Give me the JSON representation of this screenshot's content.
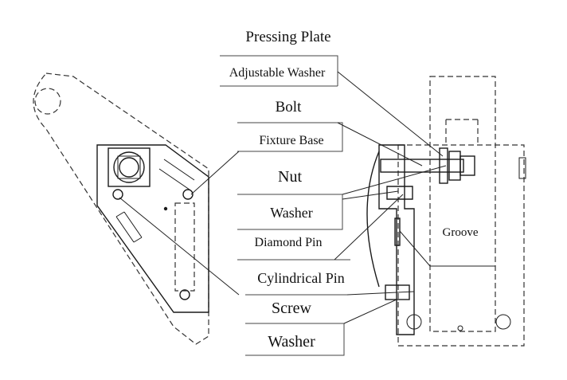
{
  "labels": {
    "pressing_plate": "Pressing Plate",
    "adjustable_washer": "Adjustable Washer",
    "bolt": "Bolt",
    "fixture_base": "Fixture Base",
    "nut": "Nut",
    "washer_upper": "Washer",
    "groove": "Groove",
    "diamond_pin": "Diamond Pin",
    "cylindrical_pin": "Cylindrical Pin",
    "screw": "Screw",
    "washer_lower": "Washer"
  },
  "colors": {
    "line": "#1a1a1a",
    "background": "#ffffff"
  }
}
